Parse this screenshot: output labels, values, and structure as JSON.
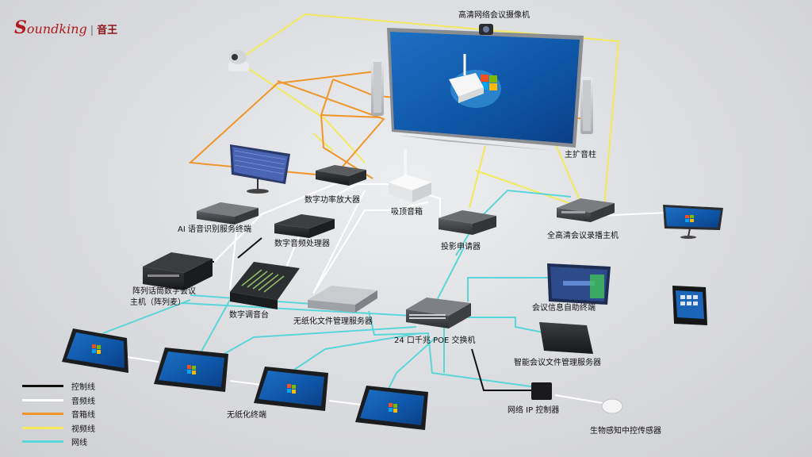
{
  "brand": {
    "logo_mark": "S",
    "logo_text": "oundking",
    "separator": "|",
    "logo_cn": "音王"
  },
  "labels": {
    "camera": "高清网络会议摄像机",
    "speaker": "主扩音柱",
    "ceiling_speaker": "吸顶音箱",
    "power_amp": "数字功率放大器",
    "ai_terminal": "AI 语音识别服务终端",
    "audio_processor": "数字音频处理器",
    "array_mic": "阵列话筒数字会议",
    "array_mic_2": "主机（阵列麦）",
    "mixer": "数字调音台",
    "paperless_server": "无纸化文件管理服务器",
    "poe_switch": "24 口千兆 POE 交换机",
    "projector_controller": "投影申请器",
    "recorder": "全高清会议录播主机",
    "info_terminal": "会议信息自助终端",
    "file_server": "智能会议文件管理服务器",
    "ip_controller": "网络 IP 控制器",
    "biosensor": "生物感知中控传感器",
    "paperless_terminal": "无纸化终端"
  },
  "legend": [
    {
      "label": "控制线",
      "color": "#111111"
    },
    {
      "label": "音频线",
      "color": "#ffffff"
    },
    {
      "label": "音箱线",
      "color": "#f0952a"
    },
    {
      "label": "视频线",
      "color": "#f2ea5a"
    },
    {
      "label": "网线",
      "color": "#5ad6d8"
    }
  ],
  "colors": {
    "control": "#111111",
    "audio": "#ffffff",
    "speaker": "#f0952a",
    "video": "#f2ea5a",
    "network": "#5ad6d8"
  }
}
